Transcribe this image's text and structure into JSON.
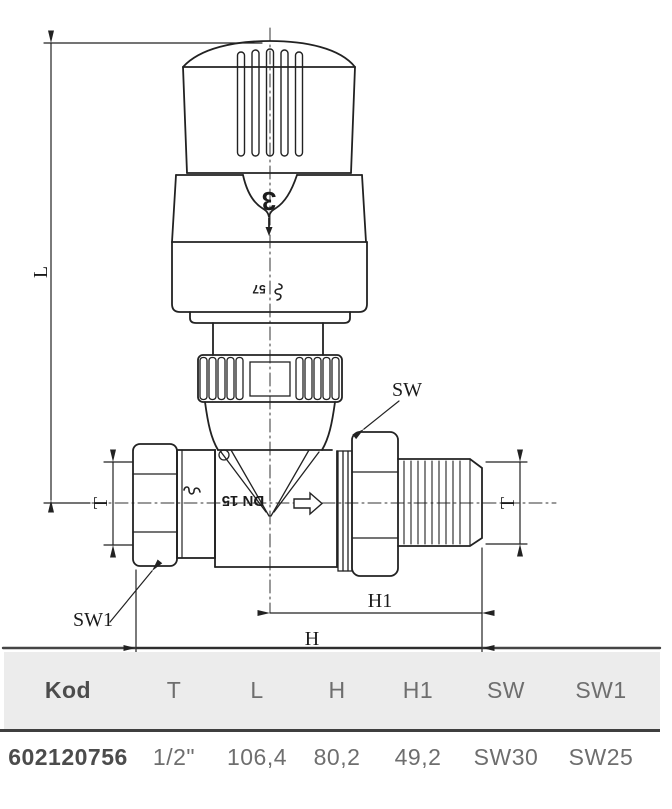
{
  "diagram": {
    "dim_labels": {
      "L": "L",
      "T_left": "T",
      "T_right": "T",
      "SW": "SW",
      "SW1": "SW1",
      "H1": "H1",
      "H": "H"
    },
    "markings": {
      "setting_number": "3",
      "head_size_code": "57",
      "nominal_diameter": "DN 15"
    }
  },
  "table": {
    "columns": [
      "Kod",
      "T",
      "L",
      "H",
      "H1",
      "SW",
      "SW1"
    ],
    "row": [
      "602120756",
      "1/2\"",
      "106,4",
      "80,2",
      "49,2",
      "SW30",
      "SW25"
    ]
  },
  "colors": {
    "line": "#222222",
    "dim_text": "#1b1b1b",
    "table_header_bg": "#ececec",
    "table_text": "#6e6e6e",
    "table_text_strong": "#4c4c4c",
    "table_divider": "#3f3f3f"
  }
}
